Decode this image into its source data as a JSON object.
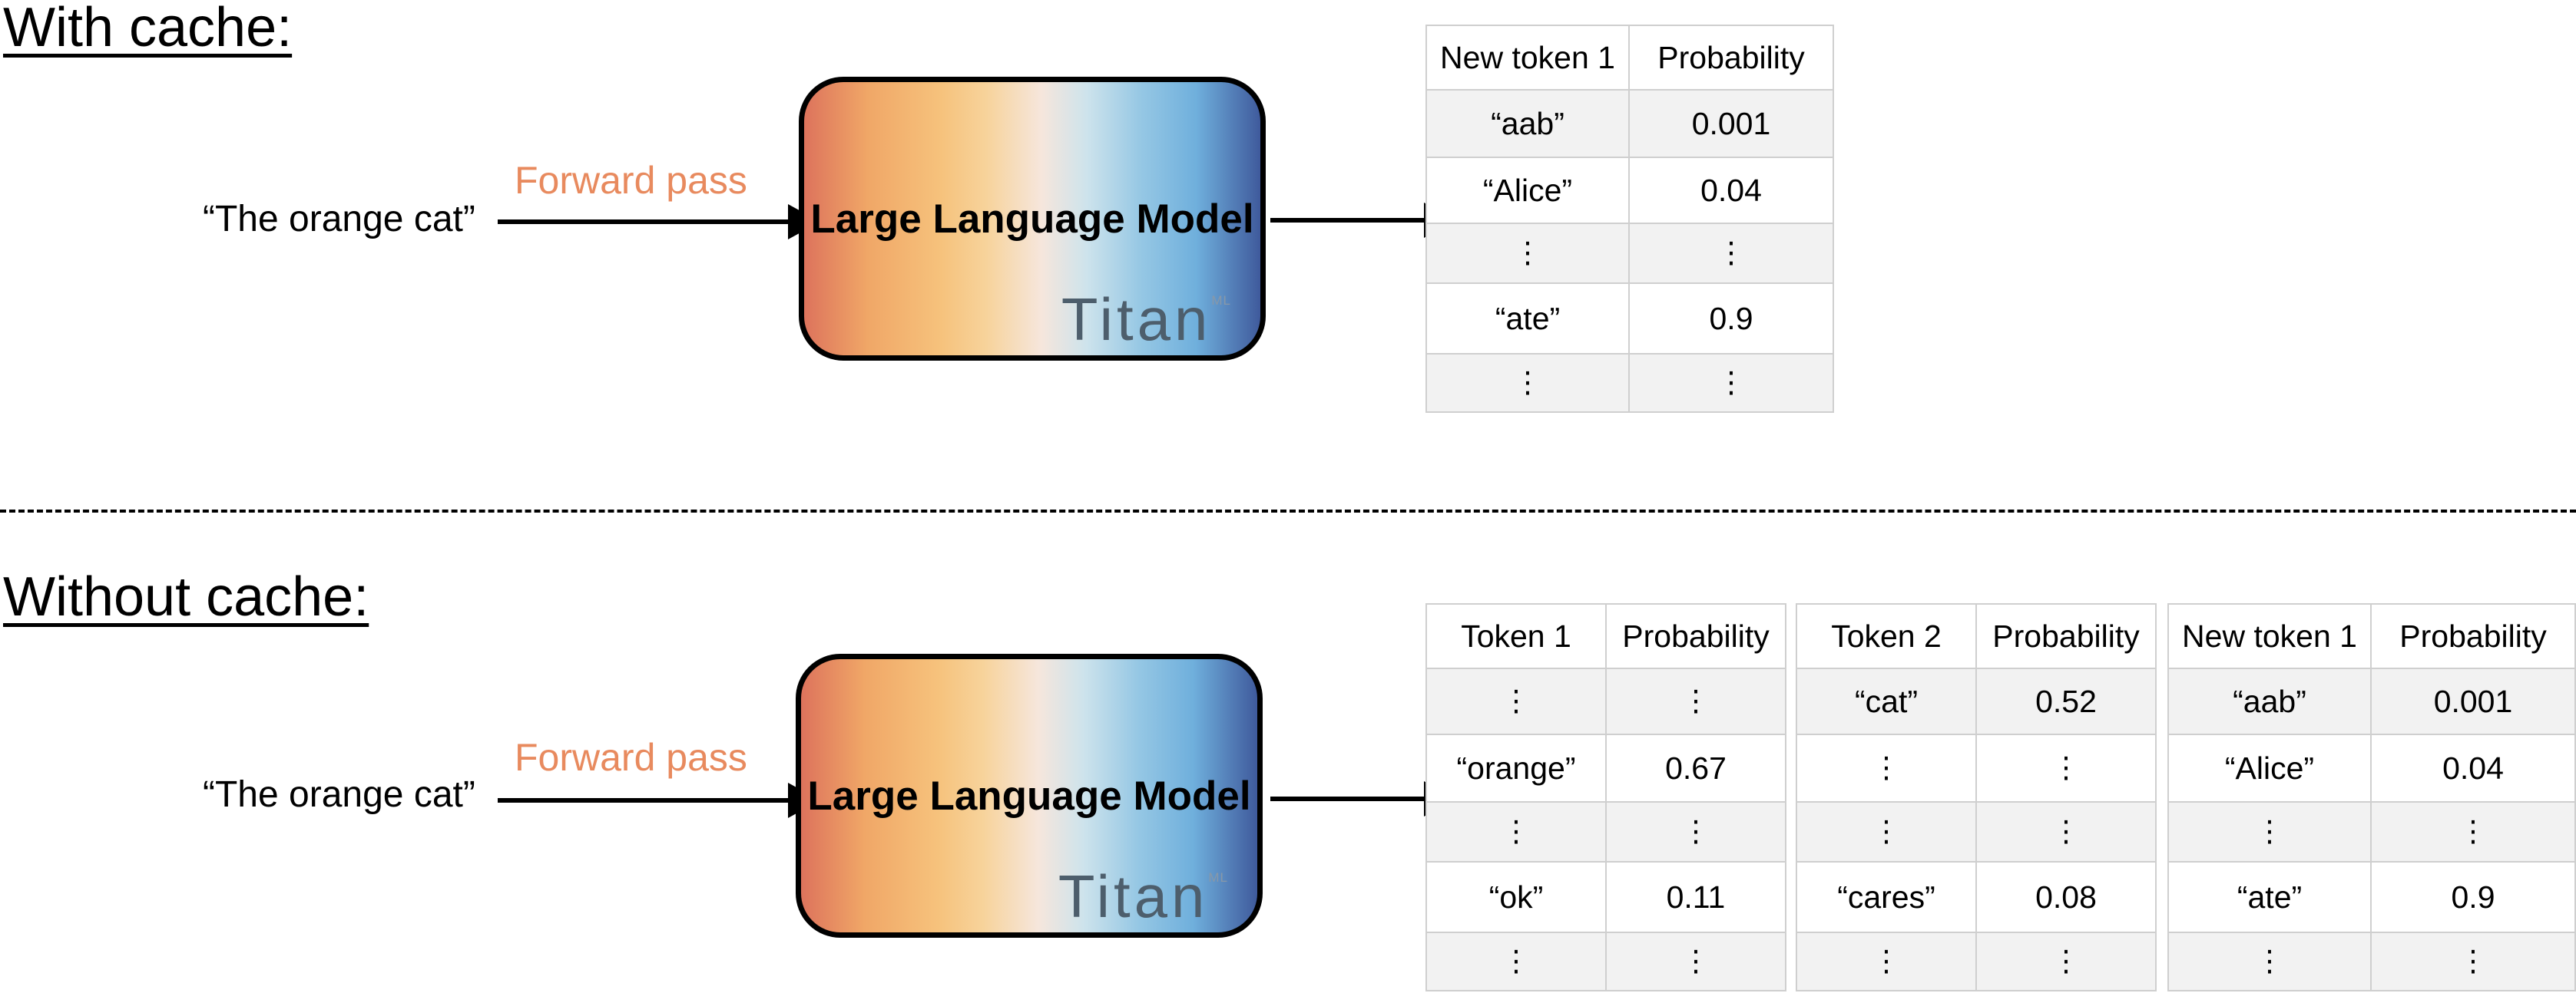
{
  "with_cache": {
    "heading": "With cache:",
    "input": "“The orange cat”",
    "arrow_label": "Forward pass",
    "model": {
      "name": "Large Language Model",
      "logo": "Titan",
      "logo_sup": "ML"
    },
    "tables": [
      {
        "headers": [
          "New token 1",
          "Probability"
        ],
        "rows": [
          [
            "“aab”",
            "0.001"
          ],
          [
            "“Alice”",
            "0.04"
          ],
          [
            "⋮",
            "⋮"
          ],
          [
            "“ate”",
            "0.9"
          ],
          [
            "⋮",
            "⋮"
          ]
        ]
      }
    ]
  },
  "without_cache": {
    "heading": "Without cache:",
    "input": "“The orange cat”",
    "arrow_label": "Forward pass",
    "model": {
      "name": "Large Language Model",
      "logo": "Titan",
      "logo_sup": "ML"
    },
    "tables": [
      {
        "headers": [
          "Token 1",
          "Probability"
        ],
        "rows": [
          [
            "⋮",
            "⋮"
          ],
          [
            "“orange”",
            "0.67"
          ],
          [
            "⋮",
            "⋮"
          ],
          [
            "“ok”",
            "0.11"
          ],
          [
            "⋮",
            "⋮"
          ]
        ]
      },
      {
        "headers": [
          "Token 2",
          "Probability"
        ],
        "rows": [
          [
            "“cat”",
            "0.52"
          ],
          [
            "⋮",
            "⋮"
          ],
          [
            "⋮",
            "⋮"
          ],
          [
            "“cares”",
            "0.08"
          ],
          [
            "⋮",
            "⋮"
          ]
        ]
      },
      {
        "headers": [
          "New token 1",
          "Probability"
        ],
        "rows": [
          [
            "“aab”",
            "0.001"
          ],
          [
            "“Alice”",
            "0.04"
          ],
          [
            "⋮",
            "⋮"
          ],
          [
            "“ate”",
            "0.9"
          ],
          [
            "⋮",
            "⋮"
          ]
        ]
      }
    ]
  }
}
